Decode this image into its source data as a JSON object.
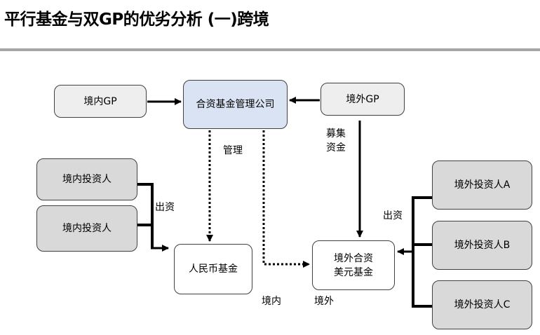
{
  "title": "平行基金与双GP的优劣分析 (一)跨境",
  "nodes": {
    "domestic_gp": "境内GP",
    "jv_manager": "合资基金管理公司",
    "overseas_gp": "境外GP",
    "domestic_investor_1": "境内投资人",
    "domestic_investor_2": "境内投资人",
    "rmb_fund": "人民币基金",
    "usd_fund_line1": "境外合资",
    "usd_fund_line2": "美元基金",
    "overseas_investor_a": "境外投资人A",
    "overseas_investor_b": "境外投资人B",
    "overseas_investor_c": "境外投资人C"
  },
  "edge_labels": {
    "manage": "管理",
    "raise_line1": "募集",
    "raise_line2": "资金",
    "invest_left": "出资",
    "invest_right": "出资",
    "domestic": "境内",
    "overseas": "境外"
  },
  "colors": {
    "manager_fill": "#dae3f3",
    "investor_fill": "#d9d9d9",
    "gp_fill": "#eeeeee",
    "divider": "#a6a6a6"
  }
}
